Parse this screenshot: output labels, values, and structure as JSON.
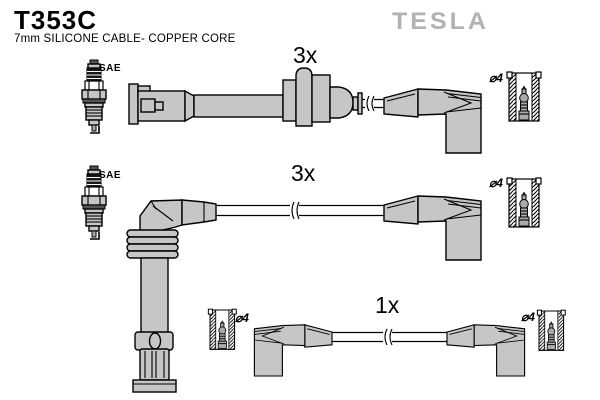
{
  "header": {
    "part_number": "T353C",
    "description": "7mm SILICONE CABLE- COPPER CORE",
    "brand_logo": "TESLA"
  },
  "colors": {
    "background": "#ffffff",
    "part_fill": "#c6c6c6",
    "outline": "#000000",
    "brand_gray": "#b2b2b2"
  },
  "rows": [
    {
      "position": "top",
      "spark_plug_label": "SAE",
      "quantity_label": "3x",
      "terminal_diameter_label": "⌀4"
    },
    {
      "position": "middle",
      "spark_plug_label": "SAE",
      "quantity_label": "3x",
      "terminal_diameter_label": "⌀4"
    },
    {
      "position": "bottom",
      "quantity_label": "1x",
      "terminal_diameter_label_left": "⌀4",
      "terminal_diameter_label_right": "⌀4"
    }
  ]
}
